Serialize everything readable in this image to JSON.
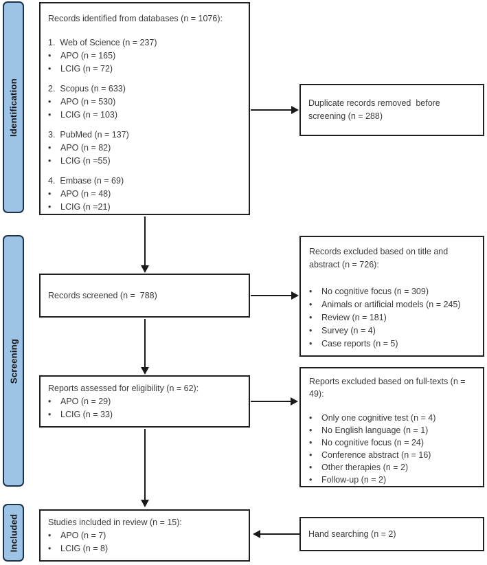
{
  "diagram": {
    "type": "prisma-flow",
    "colors": {
      "stage_fill": "#9DC3E6",
      "stage_border": "#1E3247",
      "box_border": "#1F1F1F",
      "text": "#3A3A3A",
      "arrow": "#1A1A1A"
    }
  },
  "glyphs": {
    "bullet": "•"
  },
  "stages": {
    "identification": "Identification",
    "screening": "Screening",
    "included": "Included"
  },
  "boxes": {
    "identified": {
      "title": "Records identified from databases (n = 1076):",
      "groups": [
        {
          "heading": "1.  Web of Science (n = 237)",
          "items": [
            "APO (n = 165)",
            "LCIG (n = 72)"
          ]
        },
        {
          "heading": "2.  Scopus (n = 633)",
          "items": [
            "APO (n = 530)",
            "LCIG (n = 103)"
          ]
        },
        {
          "heading": "3.  PubMed (n = 137)",
          "items": [
            "APO (n = 82)",
            "LCIG (n =55)"
          ]
        },
        {
          "heading": "4.  Embase (n = 69)",
          "items": [
            "APO (n = 48)",
            "LCIG (n =21)"
          ]
        }
      ]
    },
    "duplicates_removed": {
      "text": "Duplicate records removed  before screening (n = 288)"
    },
    "screened": {
      "title": "Records screened (n =  788)"
    },
    "excluded_title_abstract": {
      "title": "Records excluded based on title and abstract (n = 726):",
      "items": [
        "No cognitive focus (n = 309)",
        "Animals or artificial models (n = 245)",
        "Review (n = 181)",
        "Survey (n = 4)",
        "Case reports (n = 5)"
      ]
    },
    "assessed": {
      "title": "Reports assessed for eligibility (n = 62):",
      "items": [
        "APO (n = 29)",
        "LCIG (n = 33)"
      ]
    },
    "excluded_full_texts": {
      "title": "Reports excluded based on full-texts (n = 49):",
      "items": [
        "Only one cognitive test (n = 4)",
        "No English language (n = 1)",
        "No cognitive focus (n = 24)",
        "Conference abstract (n = 16)",
        "Other therapies (n = 2)",
        "Follow-up (n = 2)"
      ]
    },
    "studies_included": {
      "title": "Studies included in review (n = 15):",
      "items": [
        "APO (n = 7)",
        "LCIG (n = 8)"
      ]
    },
    "hand_searching": {
      "text": "Hand searching (n = 2)"
    }
  }
}
